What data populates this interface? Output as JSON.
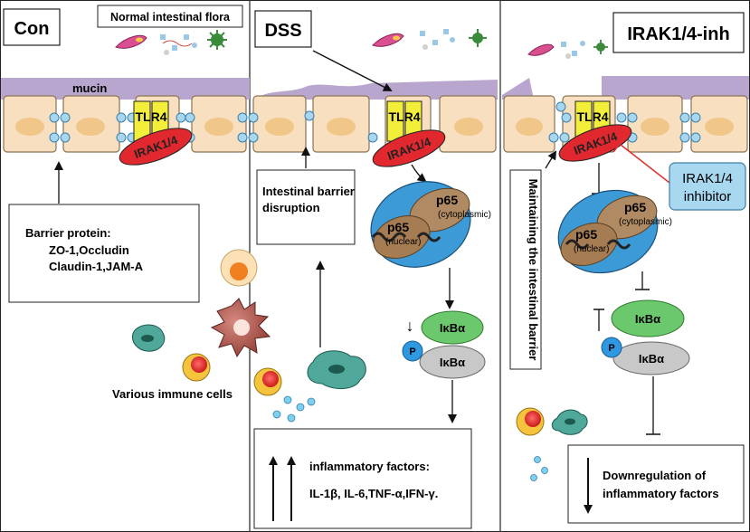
{
  "panels": {
    "con": {
      "title": "Con",
      "flora_label": "Normal intestinal flora",
      "mucin_label": "mucin",
      "tlr4_label": "TLR4",
      "irak_label": "IRAK1/4",
      "barrier_box": {
        "line1": "Barrier protein:",
        "line2": "ZO-1,Occludin",
        "line3": "Claudin-1,JAM-A"
      },
      "immune_label": "Various immune cells"
    },
    "dss": {
      "title": "DSS",
      "tlr4_label": "TLR4",
      "irak_label": "IRAK1/4",
      "disruption_box": {
        "line1": "Intestinal barrier",
        "line2": "disruption"
      },
      "p65_top": "p65",
      "p65_top_sub": "(cytoplasmic)",
      "p65_bottom": "p65",
      "p65_bottom_sub": "(nuclear)",
      "ikba_top": "IκBα",
      "ikba_bottom": "IκBα",
      "phospho": "P",
      "down_arrow": "↓",
      "inflam_box": {
        "line1": "inflammatory factors:",
        "line2": "IL-1β, IL-6,TNF-α,IFN-γ."
      }
    },
    "inh": {
      "title": "IRAK1/4-inh",
      "tlr4_label": "TLR4",
      "irak_label": "IRAK1/4",
      "inhibitor_line1": "IRAK1/4",
      "inhibitor_line2": "inhibitor",
      "maintain_label": "Maintaining the intestinal barrier",
      "p65_top": "p65",
      "p65_top_sub": "(cytoplasmic)",
      "p65_bottom": "p65",
      "p65_bottom_sub": "(nuclear)",
      "ikba_top": "IκBα",
      "ikba_bottom": "IκBα",
      "phospho": "P",
      "down_box": {
        "line1": "Downregulation of",
        "line2": "inflammatory factors"
      }
    }
  },
  "colors": {
    "mucin": "#b9a6cf",
    "cell_fill": "#f7dfbf",
    "nucleus": "#f0c689",
    "tlr4": "#f2ee3a",
    "irak": "#e0282e",
    "junction": "#a7d6ef",
    "p65_outer": "#3c9ad6",
    "p65_inner": "#a67c52",
    "ikba_green": "#6cc86c",
    "ikba_gray": "#c8c8c8",
    "inhibitor_box": "#a8d8f0",
    "inhibit_line": "#e03030"
  }
}
